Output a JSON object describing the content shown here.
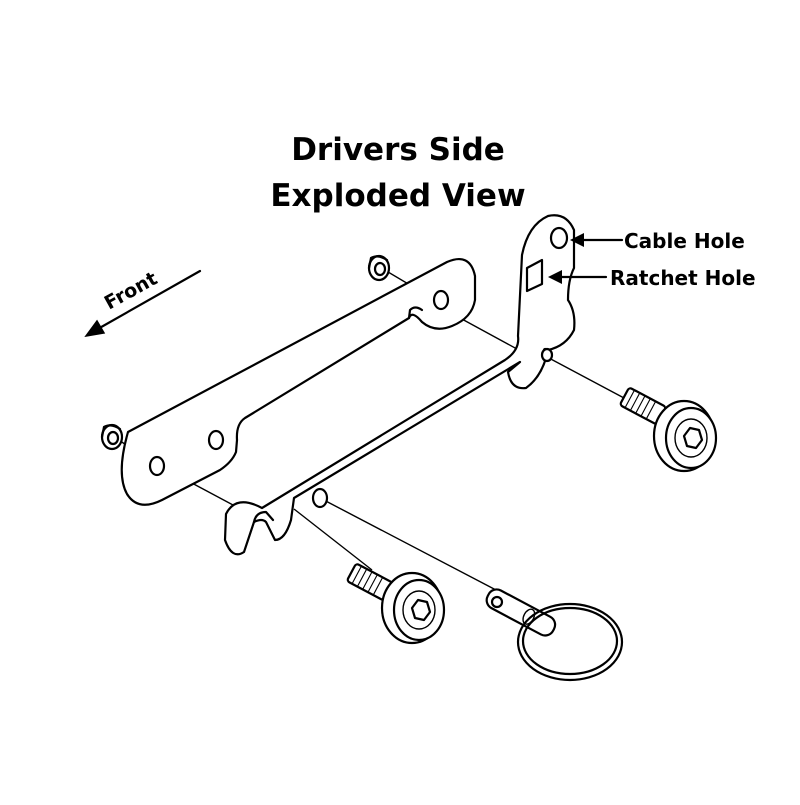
{
  "diagram": {
    "title_line1": "Drivers Side",
    "title_line2": "Exploded View",
    "labels": {
      "front": "Front",
      "cable_hole": "Cable Hole",
      "ratchet_hole": "Ratchet Hole"
    },
    "parts": [
      "left-bracket-plate",
      "right-bracket-plate",
      "spacer-washer-top",
      "spacer-washer-left",
      "knurled-thumb-screw-right",
      "knurled-thumb-screw-bottom",
      "quick-release-pin",
      "split-key-ring"
    ]
  }
}
